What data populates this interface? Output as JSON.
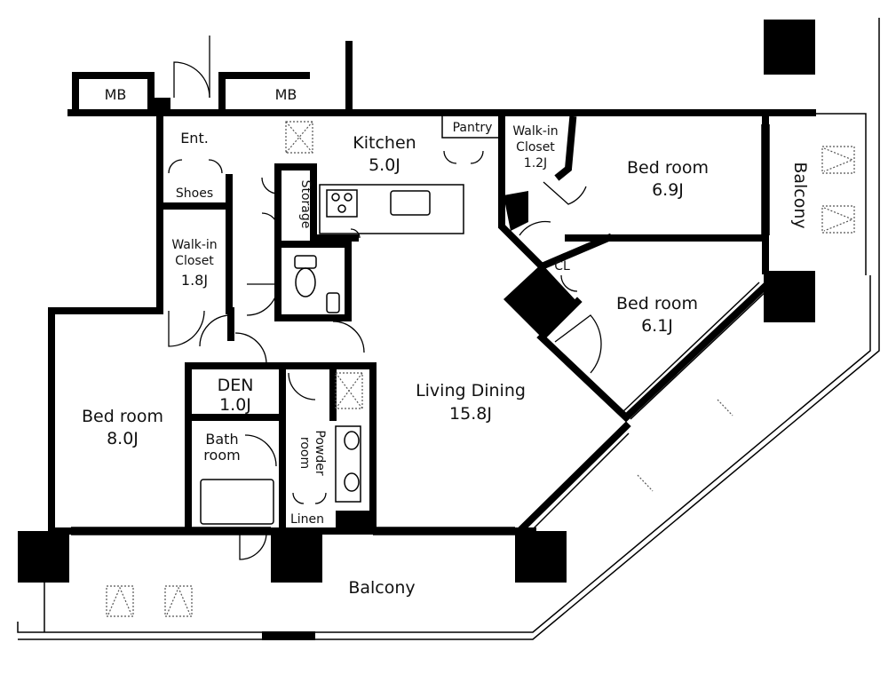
{
  "rooms": {
    "mb_left": "MB",
    "mb_right": "MB",
    "entrance": "Ent.",
    "shoes": "Shoes",
    "wic_left_1": "Walk-in",
    "wic_left_2": "Closet",
    "wic_left_3": "1.8J",
    "kitchen_1": "Kitchen",
    "kitchen_2": "5.0J",
    "storage": "Storage",
    "pantry": "Pantry",
    "wic_right_1": "Walk-in",
    "wic_right_2": "Closet",
    "wic_right_3": "1.2J",
    "bed_ne_1": "Bed room",
    "bed_ne_2": "6.9J",
    "balcony_east": "Balcony",
    "closet": "CL",
    "bed_e_1": "Bed room",
    "bed_e_2": "6.1J",
    "den_1": "DEN",
    "den_2": "1.0J",
    "bed_w_1": "Bed room",
    "bed_w_2": "8.0J",
    "bath_1": "Bath",
    "bath_2": "room",
    "powder_1": "Powder",
    "powder_2": "room",
    "linen": "Linen",
    "living_1": "Living Dining",
    "living_2": "15.8J",
    "balcony_south": "Balcony"
  }
}
